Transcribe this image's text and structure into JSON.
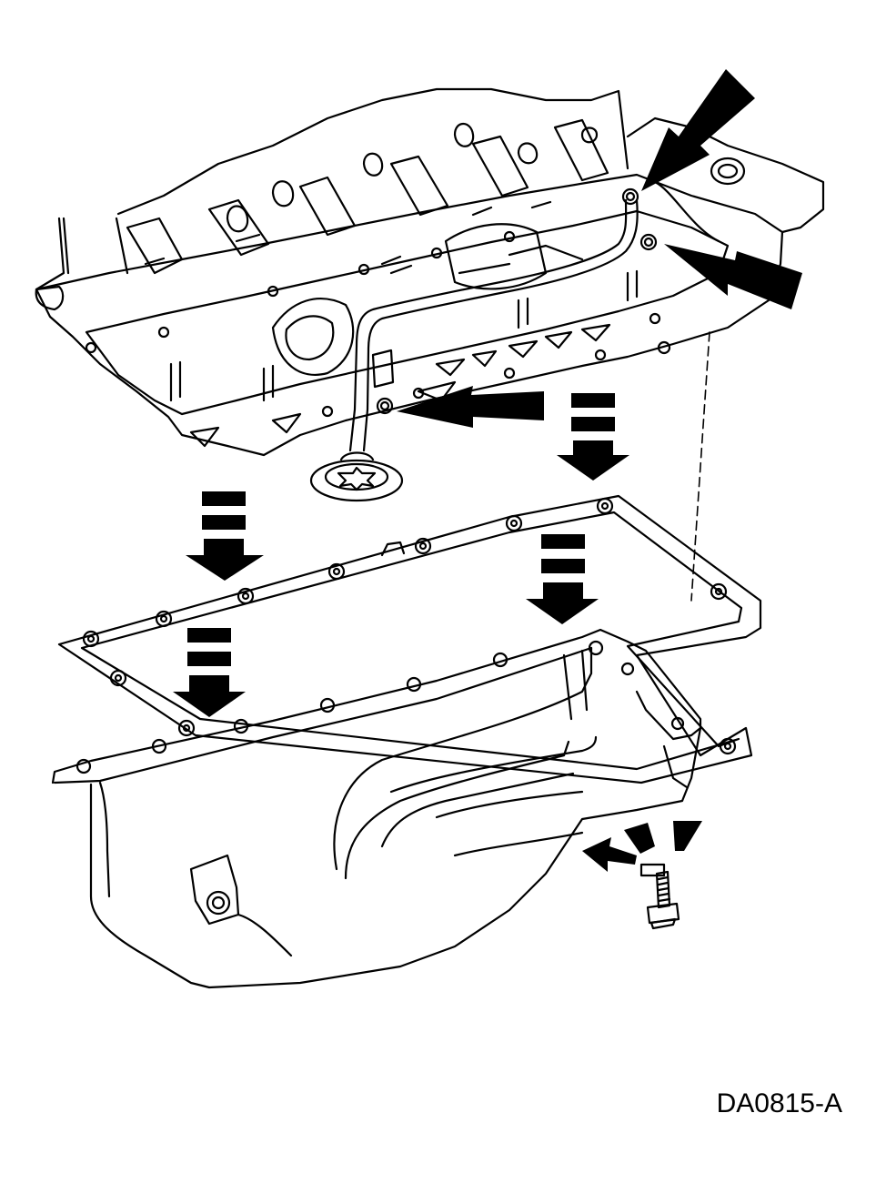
{
  "figure": {
    "id_label": "DA0815-A",
    "ink_color": "#000000",
    "paper_color": "#ffffff"
  },
  "components": [
    {
      "name": "engine-block-underside",
      "icon": "engine-block-icon"
    },
    {
      "name": "oil-pickup-tube",
      "icon": "oil-pickup-tube-icon"
    },
    {
      "name": "oil-pan-gasket",
      "icon": "gasket-icon"
    },
    {
      "name": "oil-pan",
      "icon": "oil-pan-icon"
    },
    {
      "name": "oil-pan-bolt",
      "icon": "bolt-icon"
    }
  ],
  "callouts": {
    "down_arrows": 4,
    "solid_arrows": 5
  }
}
